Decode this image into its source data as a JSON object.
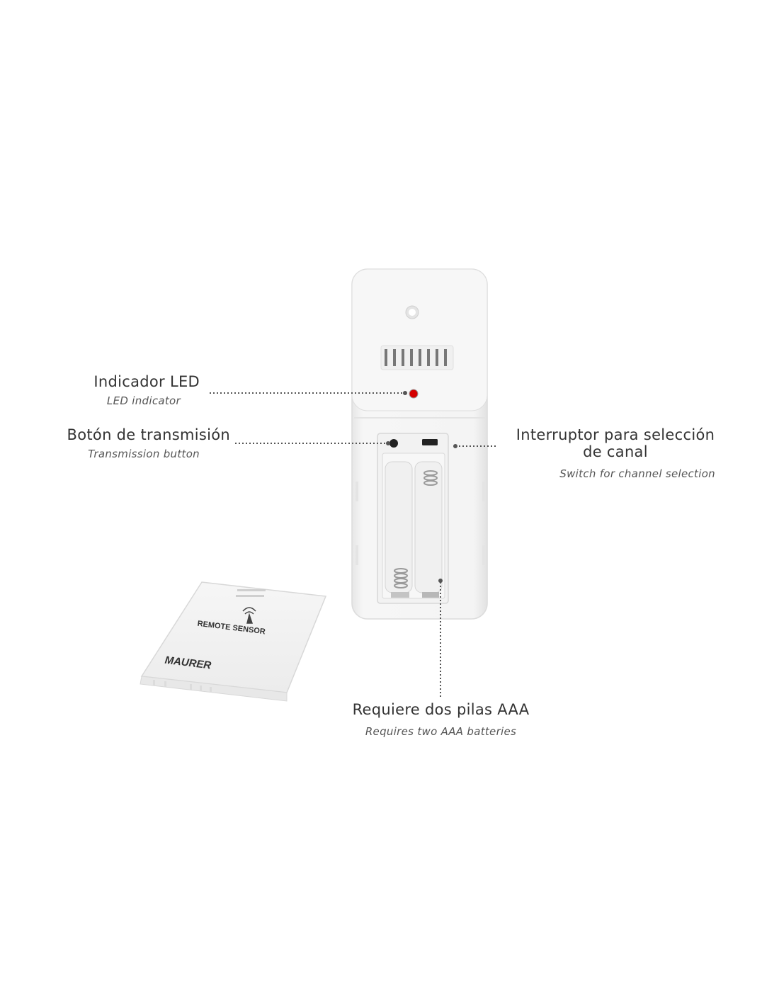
{
  "labels": {
    "led": {
      "es": "Indicador LED",
      "en": "LED indicator"
    },
    "transmit": {
      "es": "Botón de transmisión",
      "en": "Transmission button"
    },
    "channel": {
      "es_line1": "Interruptor para selección",
      "es_line2": "de canal",
      "en": "Switch for channel selection"
    },
    "batteries": {
      "es": "Requiere dos pilas AAA",
      "en": "Requires two AAA batteries"
    }
  },
  "cover": {
    "text": "REMOTE SENSOR",
    "brand": "MAURER"
  },
  "colors": {
    "device": "#f4f4f4",
    "outline": "#d6d6d6",
    "led": "#d40000",
    "leader": "#555555"
  }
}
